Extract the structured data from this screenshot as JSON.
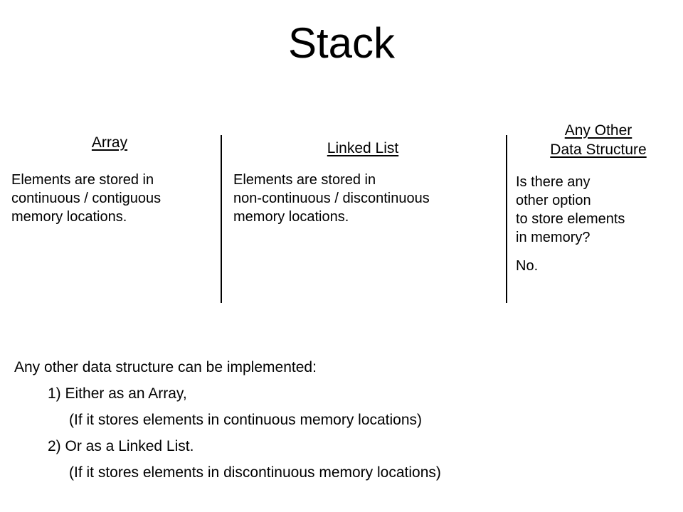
{
  "slide": {
    "title": "Stack",
    "columns": [
      {
        "id": "array",
        "heading": "Array",
        "body_lines": [
          "Elements are stored in",
          "continuous / contiguous",
          "memory locations."
        ]
      },
      {
        "id": "linked-list",
        "heading": "Linked List",
        "body_lines": [
          "Elements are stored in",
          "non-continuous / discontinuous",
          "memory locations."
        ]
      },
      {
        "id": "any-other-data-structure",
        "heading_line_1": "Any Other ",
        "heading_line_2": "Data Structure",
        "body_lines": [
          "Is there any",
          "other option",
          "to store elements",
          "in memory?"
        ],
        "answer": "No."
      }
    ],
    "notes": {
      "intro": "Any other data structure can be implemented:",
      "item_1": "1) Either as an Array,",
      "item_1_detail": "(If it stores elements in continuous memory locations)",
      "item_2": "2) Or as a Linked List.",
      "item_2_detail": "(If it stores elements in discontinuous memory locations)"
    }
  },
  "colors": {
    "background": "#ffffff",
    "text": "#000000",
    "divider": "#000000"
  }
}
